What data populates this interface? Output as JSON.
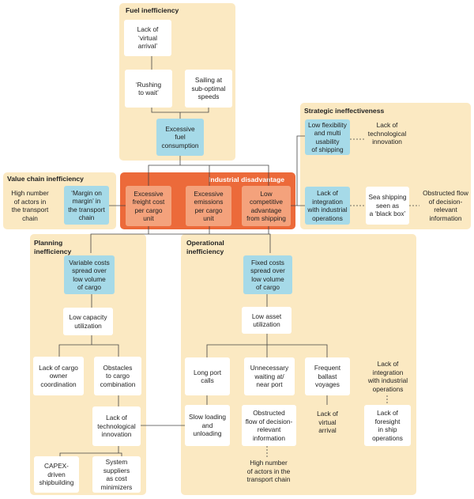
{
  "panels": {
    "fuel": "Fuel inefficiency",
    "strategic": "Strategic ineffectiveness",
    "value_chain": "Value chain inefficiency",
    "industrial": "Industrial disadvantage",
    "planning": "Planning\ninefficiency",
    "operational": "Operational\ninefficiency"
  },
  "nodes": {
    "lack_virtual_arrival": "Lack of\n‘virtual\narrival’",
    "rushing_to_wait": "‘Rushing\nto wait’",
    "sailing_suboptimal": "Sailing at\nsub-optimal\nspeeds",
    "excessive_fuel": "Excessive\nfuel\nconsumption",
    "low_flexibility": "Low flexibility\nand multi\nusability\nof shipping",
    "lack_tech_innovation_strategic": "Lack of\ntechnological\ninnovation",
    "high_number_actors_value": "High number\nof actors in\nthe transport\nchain",
    "margin_on_margin": "‘Margin on\nmargin’ in\nthe transport\nchain",
    "excessive_freight": "Excessive\nfreight cost\nper cargo\nunit",
    "excessive_emissions": "Excessive\nemissions\nper cargo\nunit",
    "low_competitive": "Low\ncompetitive\nadvantage\nfrom shipping",
    "lack_integration": "Lack of\nintegration\nwith industrial\noperations",
    "black_box": "Sea shipping\nseen as\na ‘black box’",
    "obstructed_flow_strategic": "Obstructed flow\nof decision-\nrelevant\ninformation",
    "variable_costs": "Variable costs\nspread over\nlow volume\nof cargo",
    "low_capacity": "Low capacity\nutilization",
    "lack_cargo_owner": "Lack of cargo\nowner\ncoordination",
    "obstacles_cargo": "Obstacles\nto cargo\ncombination",
    "lack_tech_innovation_planning": "Lack of\ntechnological\ninnovation",
    "capex_shipbuilding": "CAPEX-\ndriven\nshipbuilding",
    "system_suppliers": "System\nsuppliers\nas cost\nminimizers",
    "fixed_costs": "Fixed costs\nspread over\nlow volume\nof cargo",
    "low_asset": "Low asset\nutilization",
    "long_port_calls": "Long port\ncalls",
    "unnecessary_waiting": "Unnecessary\nwaiting at/\nnear port",
    "frequent_ballast": "Frequent\nballast\nvoyages",
    "lack_integration_ops": "Lack of\nintegration\nwith industrial\noperations",
    "slow_loading": "Slow loading\nand\nunloading",
    "obstructed_flow_ops": "Obstructed\nflow of decision-\nrelevant\ninformation",
    "lack_virtual_arrival_ops": "Lack of\nvirtual\narrival",
    "lack_foresight": "Lack of\nforesight\nin ship\noperations",
    "high_number_actors_ops": "High number\nof actors in the\ntransport chain"
  },
  "colors": {
    "panel_fill": "#fbe9c2",
    "hub_fill": "#ec6a3a",
    "blue_node": "#a6dae8",
    "salmon_node": "#f4a27c",
    "white_node": "#ffffff",
    "line": "#444444"
  }
}
